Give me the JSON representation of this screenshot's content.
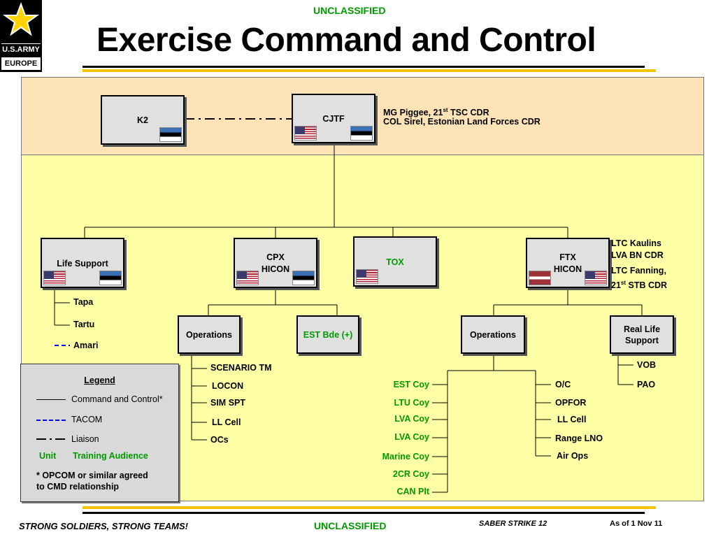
{
  "header": {
    "classification_top": "UNCLASSIFIED",
    "title": "Exercise Command and Control",
    "logo_line1": "U.S.ARMY",
    "logo_line2": "EUROPE"
  },
  "top_band": {
    "k2": "K2",
    "cjtf": "CJTF",
    "cjtf_note_line1_prefix": "MG Piggee, 21",
    "cjtf_note_line1_sup": "st",
    "cjtf_note_line1_suffix": " TSC CDR",
    "cjtf_note_line2": "COL Sirel, Estonian Land Forces CDR"
  },
  "boxes": {
    "life_support": "Life Support",
    "cpx_line1": "CPX",
    "cpx_line2": "HICON",
    "tox": "TOX",
    "ftx_line1": "FTX",
    "ftx_line2": "HICON",
    "operations_left": "Operations",
    "est_bde": "EST Bde (+)",
    "operations_right": "Operations",
    "real_life_line1": "Real Life",
    "real_life_line2": "Support"
  },
  "ftx_notes": {
    "line1": "LTC Kaulins",
    "line2": "LVA BN CDR",
    "line3": "LTC Fanning,",
    "line4_prefix": "21",
    "line4_sup": "st",
    "line4_suffix": " STB CDR"
  },
  "life_support_items": [
    "Tapa",
    "Tartu",
    "Amari"
  ],
  "cpx_items": [
    "SCENARIO TM",
    "LOCON",
    "SIM SPT",
    "LL Cell",
    "OCs"
  ],
  "training_units": [
    "EST Coy",
    "LTU Coy",
    "LVA Coy",
    "LVA Coy",
    "Marine Coy",
    "2CR Coy",
    "CAN Plt"
  ],
  "ftx_ops_items": [
    "O/C",
    "OPFOR",
    "LL Cell",
    "Range LNO",
    "Air Ops"
  ],
  "real_life_items": [
    "VOB",
    "PAO"
  ],
  "legend": {
    "title": "Legend",
    "command_control": "Command and Control*",
    "tacom": "TACOM",
    "liaison": "Liaison",
    "unit": "Unit",
    "training_audience": "Training Audience",
    "note_line1": "* OPCOM or similar agreed",
    "note_line2": "to CMD relationship"
  },
  "footer": {
    "motto": "STRONG SOLDIERS, STRONG TEAMS!",
    "classification_bottom": "UNCLASSIFIED",
    "exercise": "SABER STRIKE 12",
    "as_of": "As of 1 Nov 11"
  },
  "colors": {
    "top_band": "#fde3b6",
    "main_area": "#ffffa6",
    "rule_gold": "#f5c400",
    "training_green": "#009900",
    "tacom_blue": "#0000ff",
    "classification_green": "#009900"
  }
}
